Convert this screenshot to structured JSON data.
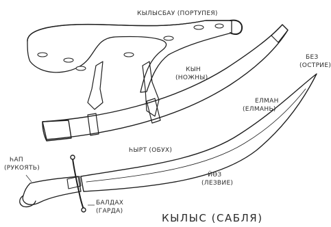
{
  "labels": {
    "belt": "КЫЛЫСБАУ (ПОРТУПЕЯ)",
    "scabbard_1": "КЫН",
    "scabbard_2": "(НОЖНЫ)",
    "tip_1": "БЕЗ",
    "tip_2": "(ОСТРИЕ)",
    "blade_1": "ЕЛМАН",
    "blade_2": "(ЕЛМАНЬ)",
    "spine": "ҺЫРТ (ОБУХ)",
    "handle_1": "ҺАП",
    "handle_2": "(РУКОЯТЬ)",
    "edge_1": "ЙӨЗ",
    "edge_2": "(ЛЕЗВИЕ)",
    "guard_1": "БАЛДАХ",
    "guard_2": "(ГАРДА)"
  },
  "title": "КЫЛЫС (САБЛЯ)",
  "colors": {
    "ink": "#1e1e1e",
    "leather": "#6b6b6b",
    "leather_dark": "#444444",
    "steel": "#cfcfcf",
    "paper": "#ffffff"
  }
}
